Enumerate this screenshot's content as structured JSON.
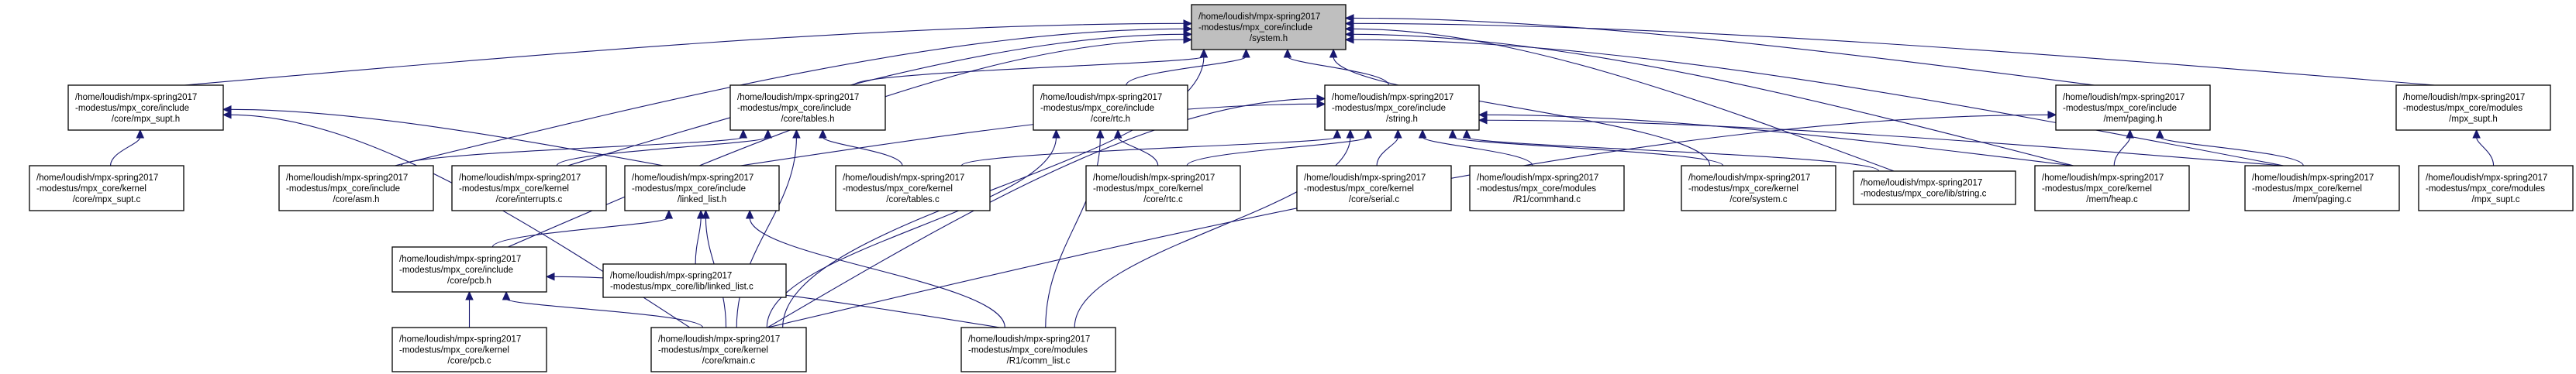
{
  "diagram": {
    "type": "include-dependency-graph",
    "edge_color": "#191970",
    "root_fill": "#bfbfbf",
    "node_fill": "#ffffff",
    "nodes": [
      {
        "id": "system_h",
        "root": true,
        "lines": [
          "/home/loudish/mpx-spring2017",
          "-modestus/mpx_core/include",
          "/system.h"
        ]
      },
      {
        "id": "core_mpx_supt_h",
        "lines": [
          "/home/loudish/mpx-spring2017",
          "-modestus/mpx_core/include",
          "/core/mpx_supt.h"
        ]
      },
      {
        "id": "tables_h",
        "lines": [
          "/home/loudish/mpx-spring2017",
          "-modestus/mpx_core/include",
          "/core/tables.h"
        ]
      },
      {
        "id": "rtc_h",
        "lines": [
          "/home/loudish/mpx-spring2017",
          "-modestus/mpx_core/include",
          "/core/rtc.h"
        ]
      },
      {
        "id": "string_h",
        "lines": [
          "/home/loudish/mpx-spring2017",
          "-modestus/mpx_core/include",
          "/string.h"
        ]
      },
      {
        "id": "paging_h",
        "lines": [
          "/home/loudish/mpx-spring2017",
          "-modestus/mpx_core/include",
          "/mem/paging.h"
        ]
      },
      {
        "id": "modules_mpx_supt_h",
        "lines": [
          "/home/loudish/mpx-spring2017",
          "-modestus/mpx_core/modules",
          "/mpx_supt.h"
        ]
      },
      {
        "id": "core_mpx_supt_c",
        "lines": [
          "/home/loudish/mpx-spring2017",
          "-modestus/mpx_core/kernel",
          "/core/mpx_supt.c"
        ]
      },
      {
        "id": "asm_h",
        "lines": [
          "/home/loudish/mpx-spring2017",
          "-modestus/mpx_core/include",
          "/core/asm.h"
        ]
      },
      {
        "id": "interrupts_c",
        "lines": [
          "/home/loudish/mpx-spring2017",
          "-modestus/mpx_core/kernel",
          "/core/interrupts.c"
        ]
      },
      {
        "id": "linked_list_h",
        "lines": [
          "/home/loudish/mpx-spring2017",
          "-modestus/mpx_core/include",
          "/linked_list.h"
        ]
      },
      {
        "id": "tables_c",
        "lines": [
          "/home/loudish/mpx-spring2017",
          "-modestus/mpx_core/kernel",
          "/core/tables.c"
        ]
      },
      {
        "id": "rtc_c",
        "lines": [
          "/home/loudish/mpx-spring2017",
          "-modestus/mpx_core/kernel",
          "/core/rtc.c"
        ]
      },
      {
        "id": "serial_c",
        "lines": [
          "/home/loudish/mpx-spring2017",
          "-modestus/mpx_core/kernel",
          "/core/serial.c"
        ]
      },
      {
        "id": "commhand_c",
        "lines": [
          "/home/loudish/mpx-spring2017",
          "-modestus/mpx_core/modules",
          "/R1/commhand.c"
        ]
      },
      {
        "id": "system_c",
        "lines": [
          "/home/loudish/mpx-spring2017",
          "-modestus/mpx_core/kernel",
          "/core/system.c"
        ]
      },
      {
        "id": "lib_string_c",
        "lines": [
          "/home/loudish/mpx-spring2017",
          "-modestus/mpx_core/lib/string.c"
        ]
      },
      {
        "id": "heap_c",
        "lines": [
          "/home/loudish/mpx-spring2017",
          "-modestus/mpx_core/kernel",
          "/mem/heap.c"
        ]
      },
      {
        "id": "paging_c",
        "lines": [
          "/home/loudish/mpx-spring2017",
          "-modestus/mpx_core/kernel",
          "/mem/paging.c"
        ]
      },
      {
        "id": "modules_mpx_supt_c",
        "lines": [
          "/home/loudish/mpx-spring2017",
          "-modestus/mpx_core/modules",
          "/mpx_supt.c"
        ]
      },
      {
        "id": "pcb_h",
        "lines": [
          "/home/loudish/mpx-spring2017",
          "-modestus/mpx_core/include",
          "/core/pcb.h"
        ]
      },
      {
        "id": "linked_list_c",
        "lines": [
          "/home/loudish/mpx-spring2017",
          "-modestus/mpx_core/lib/linked_list.c"
        ]
      },
      {
        "id": "pcb_c",
        "lines": [
          "/home/loudish/mpx-spring2017",
          "-modestus/mpx_core/kernel",
          "/core/pcb.c"
        ]
      },
      {
        "id": "kmain_c",
        "lines": [
          "/home/loudish/mpx-spring2017",
          "-modestus/mpx_core/kernel",
          "/core/kmain.c"
        ]
      },
      {
        "id": "comm_list_c",
        "lines": [
          "/home/loudish/mpx-spring2017",
          "-modestus/mpx_core/modules",
          "/R1/comm_list.c"
        ]
      }
    ],
    "edges": [
      {
        "from": "core_mpx_supt_h",
        "to": "system_h"
      },
      {
        "from": "tables_h",
        "to": "system_h"
      },
      {
        "from": "rtc_h",
        "to": "system_h"
      },
      {
        "from": "string_h",
        "to": "system_h"
      },
      {
        "from": "paging_h",
        "to": "system_h"
      },
      {
        "from": "modules_mpx_supt_h",
        "to": "system_h"
      },
      {
        "from": "asm_h",
        "to": "system_h"
      },
      {
        "from": "interrupts_c",
        "to": "system_h"
      },
      {
        "from": "pcb_h",
        "to": "system_h"
      },
      {
        "from": "kmain_c",
        "to": "system_h"
      },
      {
        "from": "system_c",
        "to": "system_h"
      },
      {
        "from": "lib_string_c",
        "to": "system_h"
      },
      {
        "from": "heap_c",
        "to": "system_h"
      },
      {
        "from": "paging_c",
        "to": "system_h"
      },
      {
        "from": "core_mpx_supt_c",
        "to": "core_mpx_supt_h"
      },
      {
        "from": "linked_list_h",
        "to": "core_mpx_supt_h"
      },
      {
        "from": "kmain_c",
        "to": "core_mpx_supt_h"
      },
      {
        "from": "asm_h",
        "to": "tables_h"
      },
      {
        "from": "interrupts_c",
        "to": "tables_h"
      },
      {
        "from": "tables_c",
        "to": "tables_h"
      },
      {
        "from": "kmain_c",
        "to": "tables_h"
      },
      {
        "from": "rtc_c",
        "to": "rtc_h"
      },
      {
        "from": "kmain_c",
        "to": "rtc_h"
      },
      {
        "from": "comm_list_c",
        "to": "rtc_h"
      },
      {
        "from": "linked_list_h",
        "to": "string_h"
      },
      {
        "from": "tables_c",
        "to": "string_h"
      },
      {
        "from": "rtc_c",
        "to": "string_h"
      },
      {
        "from": "serial_c",
        "to": "string_h"
      },
      {
        "from": "commhand_c",
        "to": "string_h"
      },
      {
        "from": "system_c",
        "to": "string_h"
      },
      {
        "from": "lib_string_c",
        "to": "string_h"
      },
      {
        "from": "heap_c",
        "to": "string_h"
      },
      {
        "from": "paging_c",
        "to": "string_h"
      },
      {
        "from": "kmain_c",
        "to": "string_h"
      },
      {
        "from": "comm_list_c",
        "to": "string_h"
      },
      {
        "from": "heap_c",
        "to": "paging_h"
      },
      {
        "from": "paging_c",
        "to": "paging_h"
      },
      {
        "from": "kmain_c",
        "to": "paging_h"
      },
      {
        "from": "modules_mpx_supt_c",
        "to": "modules_mpx_supt_h"
      },
      {
        "from": "pcb_h",
        "to": "linked_list_h"
      },
      {
        "from": "linked_list_c",
        "to": "linked_list_h"
      },
      {
        "from": "kmain_c",
        "to": "linked_list_h"
      },
      {
        "from": "comm_list_c",
        "to": "linked_list_h"
      },
      {
        "from": "pcb_c",
        "to": "pcb_h"
      },
      {
        "from": "kmain_c",
        "to": "pcb_h"
      },
      {
        "from": "comm_list_c",
        "to": "pcb_h"
      }
    ]
  }
}
